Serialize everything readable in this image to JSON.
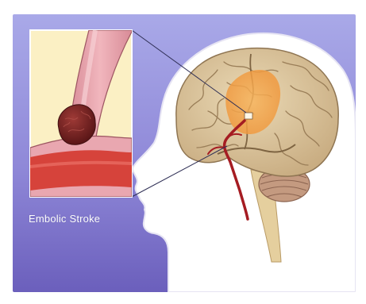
{
  "caption": "Embolic Stroke",
  "colors": {
    "background_top": "#9c9ce0",
    "background_bottom": "#6f63bf",
    "skin": "#ffffff",
    "brain": "#d9c39c",
    "ischemic_area": "#f0a553",
    "artery_wall": "#e8a8b0",
    "blood": "#d8463e",
    "clot": "#7a2524"
  },
  "icons": [
    "head-silhouette",
    "brain",
    "cerebellum",
    "brainstem",
    "artery-inset",
    "embolus-clot"
  ]
}
